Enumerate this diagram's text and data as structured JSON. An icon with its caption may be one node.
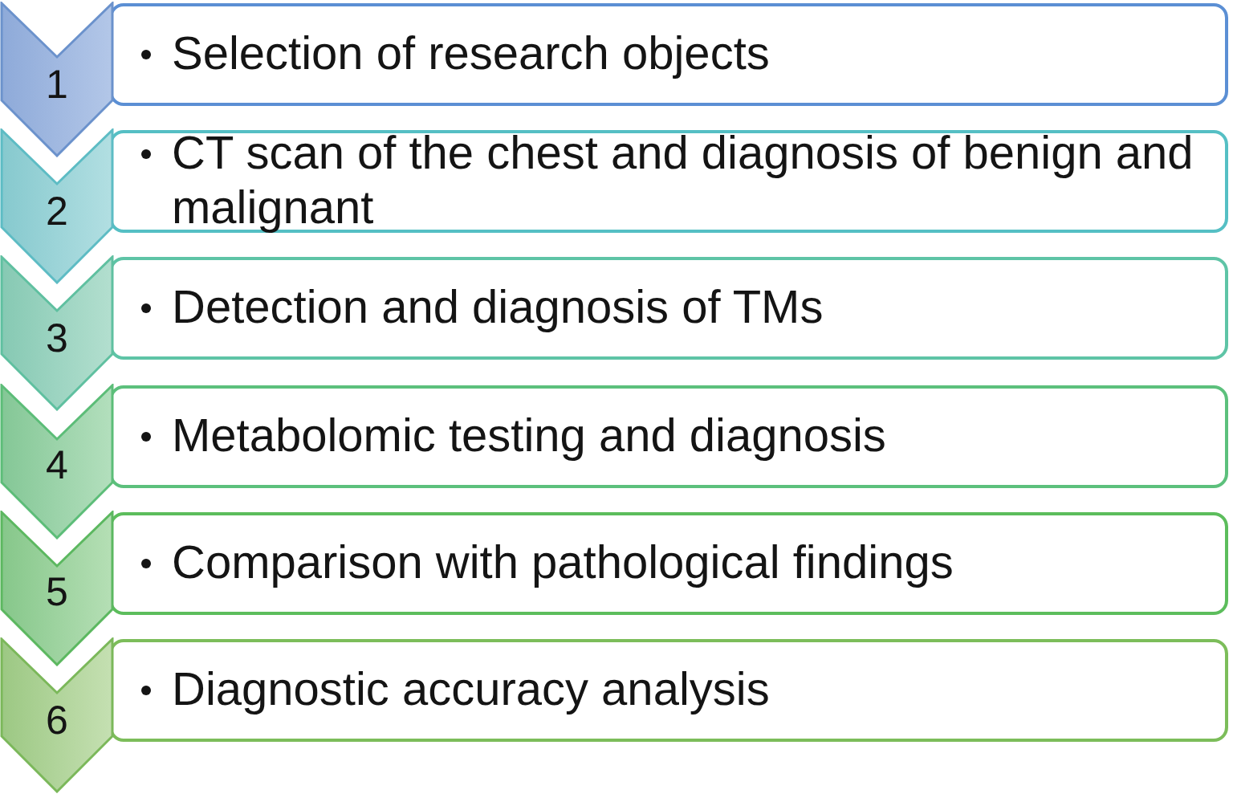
{
  "diagram": {
    "nodes": [
      {
        "text": [
          "1"
        ]
      },
      {
        "text": [
          "Selection of research objects"
        ]
      },
      {
        "text": [
          "2"
        ]
      },
      {
        "text": [
          "CT scan of the chest and diagnosis of benign and malignant"
        ]
      },
      {
        "text": [
          "3"
        ]
      },
      {
        "text": [
          "Detection and diagnosis of TMs"
        ]
      },
      {
        "text": [
          "4"
        ]
      },
      {
        "text": [
          "Metabolomic testing and diagnosis"
        ]
      },
      {
        "text": [
          "5"
        ]
      },
      {
        "text": [
          "Comparison with pathological findings"
        ]
      },
      {
        "text": [
          "6"
        ]
      },
      {
        "text": [
          "Diagnostic accuracy analysis"
        ]
      }
    ]
  }
}
